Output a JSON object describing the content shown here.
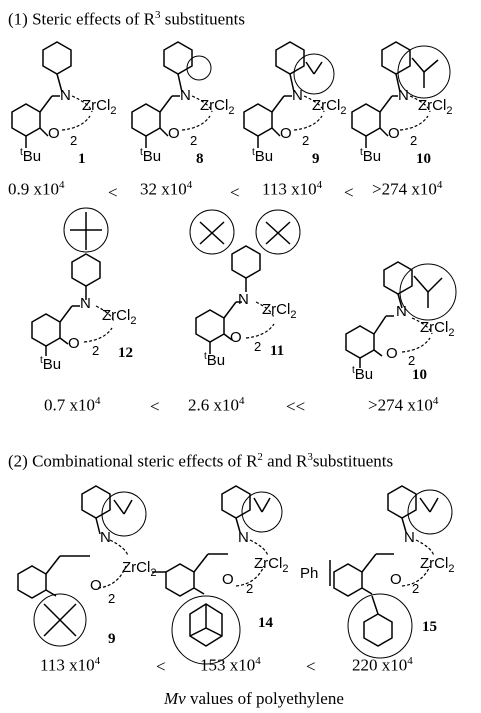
{
  "section1": {
    "title": "(1) Steric effects of R",
    "title_sup": "3",
    "title_rest": " substituents",
    "row1": {
      "compounds": [
        "1",
        "8",
        "9",
        "10"
      ],
      "values": [
        "0.9 x10",
        "32 x10",
        "113 x10",
        ">274 x10"
      ],
      "exp": "4",
      "ops": [
        "<",
        "<",
        "<"
      ]
    },
    "row2": {
      "compounds": [
        "12",
        "11",
        "10"
      ],
      "values": [
        "0.7 x10",
        "2.6 x10",
        ">274 x10"
      ],
      "exp": "4",
      "ops": [
        "<",
        "<<"
      ]
    }
  },
  "section2": {
    "title": "(2) Combinational steric effects of R",
    "title_sup1": "2",
    "title_mid": " and R",
    "title_sup2": "3",
    "title_rest": "substituents",
    "compounds": [
      "9",
      "14",
      "15"
    ],
    "values": [
      "113 x10",
      "153 x10",
      "220 x10"
    ],
    "exp": "4",
    "ops": [
      "<",
      "<"
    ]
  },
  "structure_labels": {
    "metal": "ZrCl",
    "metal_sub": "2",
    "ring_sub": "2",
    "N": "N",
    "O": "O",
    "tBu": "Bu",
    "t": "t",
    "Ph": "Ph"
  },
  "caption": {
    "mv": "Mv",
    "rest": " values of polyethylene"
  }
}
